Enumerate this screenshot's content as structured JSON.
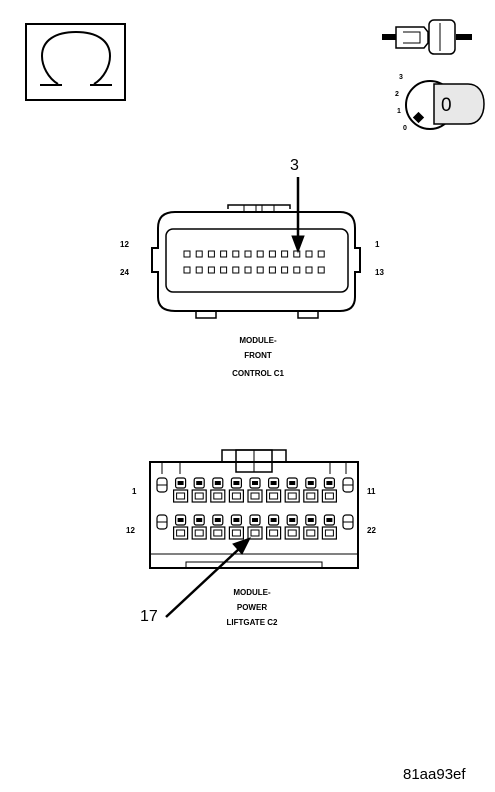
{
  "ignition_switch": {
    "positions": [
      "3",
      "2",
      "1",
      "0"
    ],
    "key_label": "0"
  },
  "connector_c1": {
    "pin_left_top": "12",
    "pin_right_top": "1",
    "pin_left_bottom": "24",
    "pin_right_bottom": "13",
    "callout": "3",
    "caption": [
      "MODULE-",
      "FRONT",
      "CONTROL C1"
    ]
  },
  "connector_c2": {
    "pin_left_top": "1",
    "pin_right_top": "11",
    "pin_left_bottom": "12",
    "pin_right_bottom": "22",
    "callout": "17",
    "caption": [
      "MODULE-",
      "POWER",
      "LIFTGATE C2"
    ]
  },
  "figure_id": "81aa93ef",
  "icons": [
    "ohm-meter-icon",
    "connector-probe-icon",
    "ignition-key-icon"
  ]
}
